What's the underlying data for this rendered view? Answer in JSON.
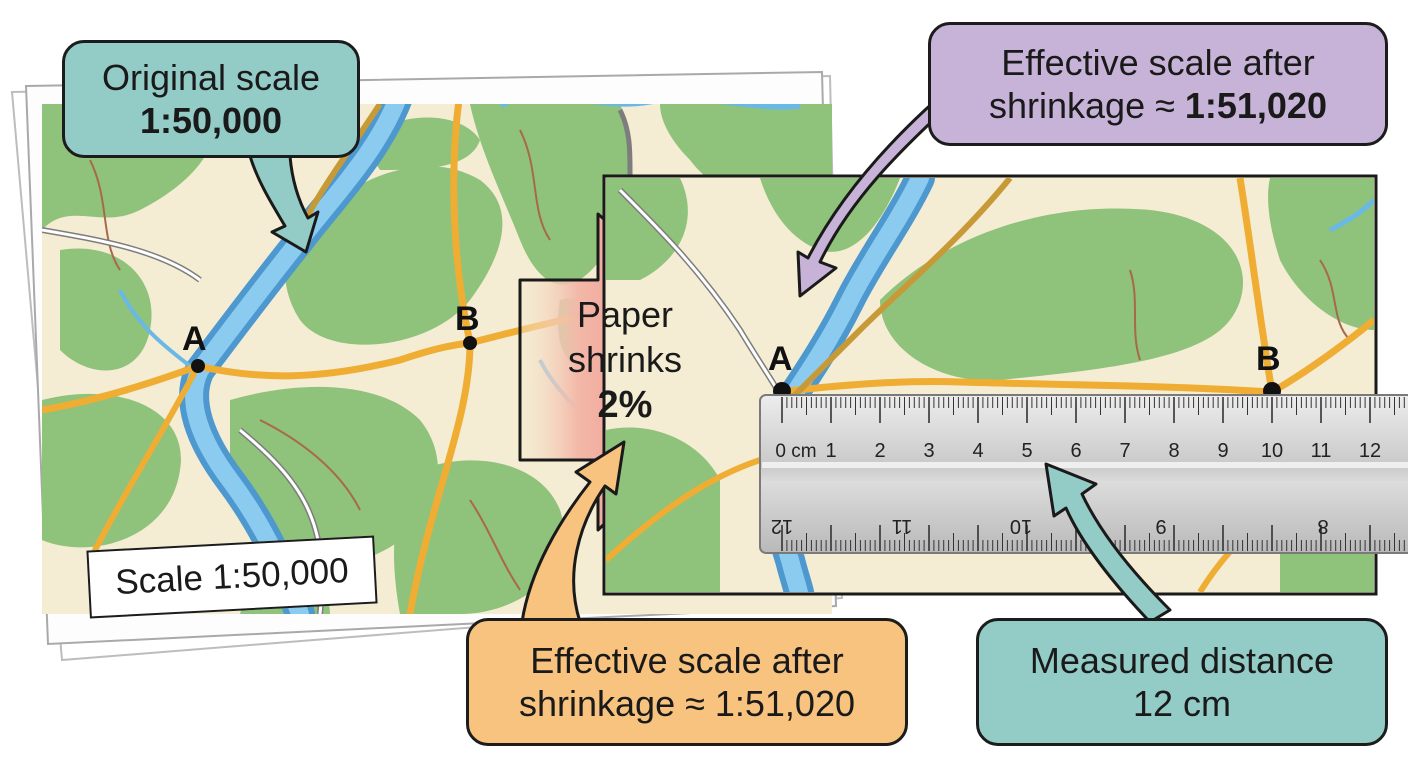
{
  "callouts": {
    "original": {
      "title": "Original scale",
      "value": "1:50,000"
    },
    "effective_top": {
      "line1": "Effective scale after",
      "line2_prefix": "shrinkage ≈ ",
      "line2_value": "1:51,020"
    },
    "effective_bottom": {
      "line1": "Effective scale after",
      "line2": "shrinkage ≈ 1:51,020"
    },
    "measured": {
      "line1": "Measured distance",
      "line2": "12 cm"
    }
  },
  "map_scale_label": "Scale 1:50,000",
  "shrink_arrow": {
    "line1": "Paper",
    "line2": "shrinks",
    "line3": "2%"
  },
  "points": {
    "a": "A",
    "b": "B"
  },
  "ruler": {
    "top_ticks": [
      "0 cm",
      "1",
      "2",
      "3",
      "4",
      "5",
      "6",
      "7",
      "8",
      "9",
      "10",
      "11",
      "12"
    ],
    "bottom_ticks": [
      "12",
      "11",
      "10",
      "9",
      "8"
    ]
  },
  "colors": {
    "original_callout": "#93cbc6",
    "top_callout": "#c8b3d8",
    "bottom_callout": "#f7c37f",
    "measured_callout": "#93cbc6",
    "map_land": "#f4edd3",
    "map_forest": "#8fc27a",
    "map_water": "#5aaede",
    "map_road": "#f0ad33",
    "arrow_red": "#e57b7b"
  }
}
